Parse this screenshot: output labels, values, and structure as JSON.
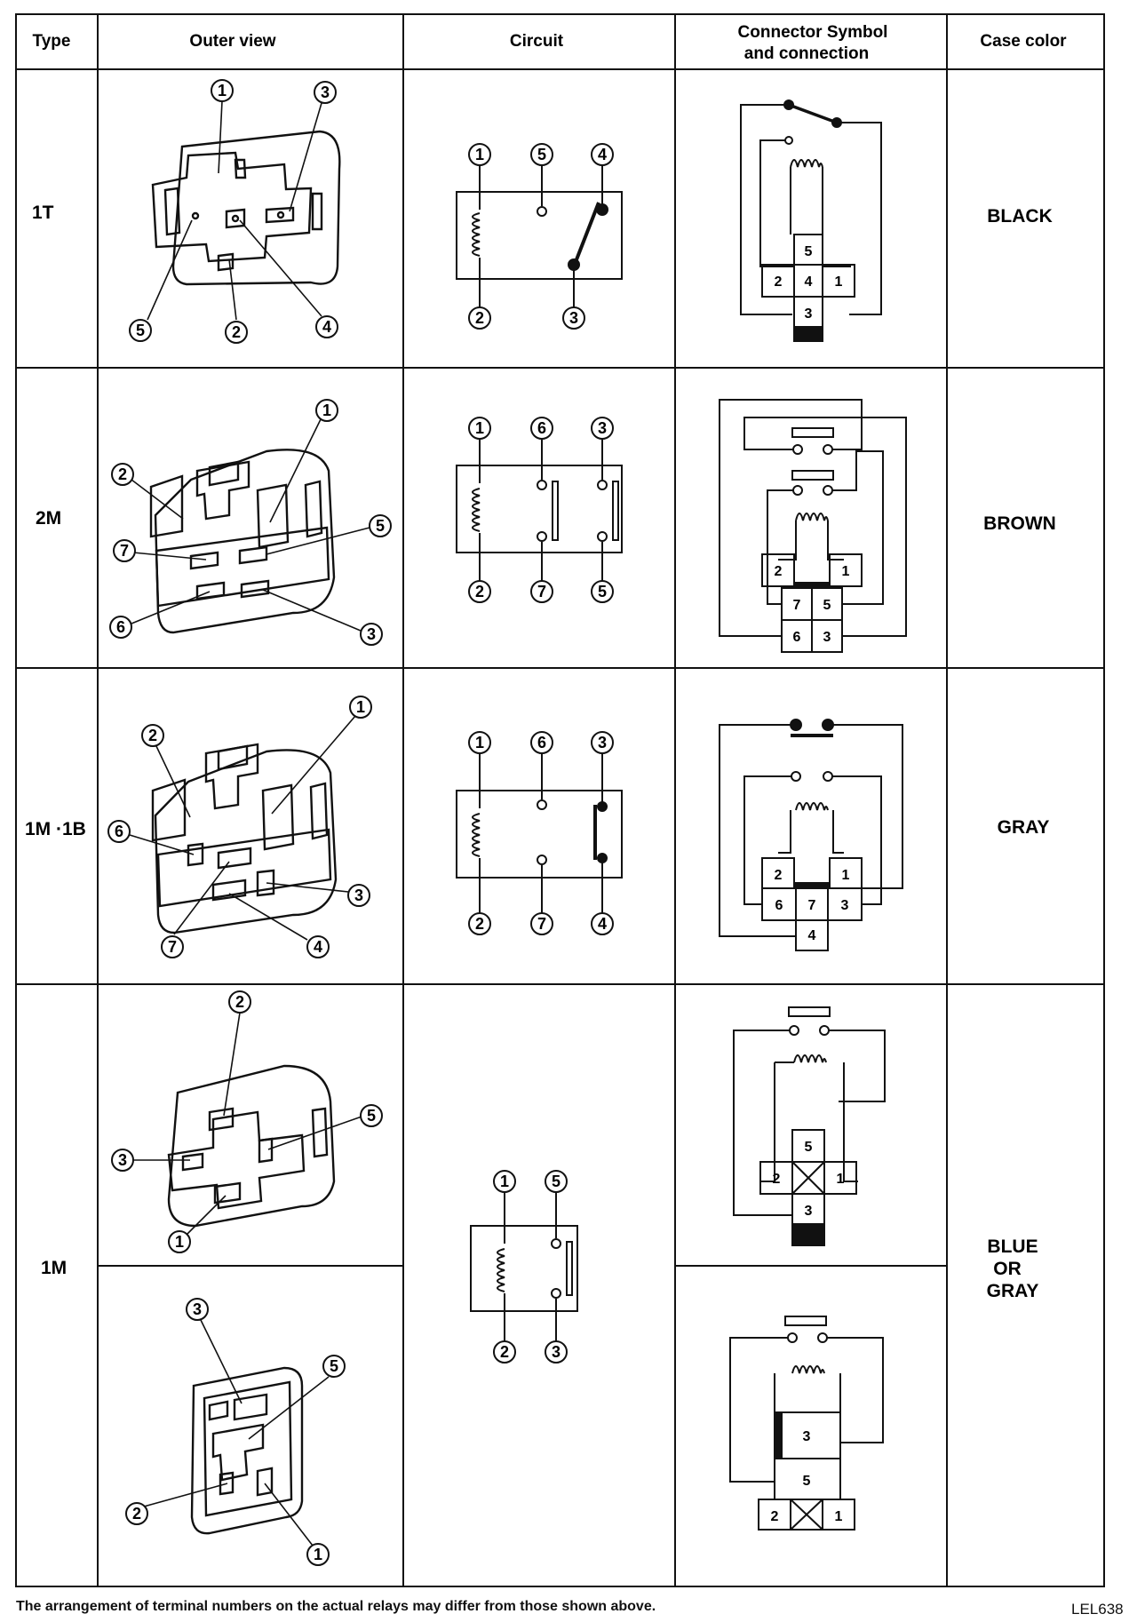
{
  "table": {
    "columns": [
      "Type",
      "Outer view",
      "Circuit",
      "Connector Symbol",
      "and connection",
      "Case color"
    ],
    "rows": [
      {
        "type": "1T",
        "case_color": [
          "BLACK"
        ]
      },
      {
        "type": "2M",
        "case_color": [
          "BROWN"
        ]
      },
      {
        "type": "1M ·1B",
        "case_color": [
          "GRAY"
        ]
      },
      {
        "type": "1M",
        "case_color": [
          "BLUE",
          "OR",
          "GRAY"
        ]
      }
    ]
  },
  "terminals": {
    "t1": "1",
    "t2": "2",
    "t3": "3",
    "t4": "4",
    "t5": "5",
    "t6": "6",
    "t7": "7"
  },
  "footnote": "The arrangement of terminal numbers on the actual relays may differ from those shown above.",
  "figure_id": "LEL638"
}
